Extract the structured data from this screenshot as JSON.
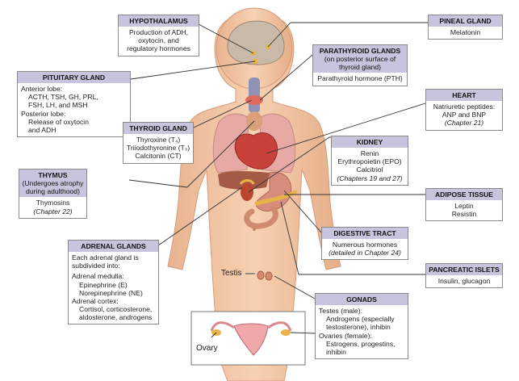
{
  "boxes": {
    "hypothalamus": {
      "title": "HYPOTHALAMUS",
      "lines": [
        "Production of ADH,",
        "oxytocin, and",
        "regulatory hormones"
      ]
    },
    "pituitary": {
      "title": "PITUITARY GLAND",
      "lines": [
        "Anterior lobe:",
        "ACTH, TSH, GH, PRL,",
        "FSH, LH, and MSH",
        "Posterior lobe:",
        "Release of oxytocin",
        "and ADH"
      ]
    },
    "thyroid": {
      "title": "THYROID GLAND",
      "lines": [
        "Thyroxine (T₄)",
        "Triiodothyronine (T₃)",
        "Calcitonin (CT)"
      ]
    },
    "thymus": {
      "title": "THYMUS",
      "subtitle": "(Undergoes atrophy during adulthood)",
      "lines": [
        "Thymosins",
        "(Chapter 22)"
      ]
    },
    "adrenal": {
      "title": "ADRENAL GLANDS",
      "lines": [
        "Each adrenal gland is",
        "subdivided into:",
        "Adrenal medulla:",
        "Epinephrine (E)",
        "Norepinephrine (NE)",
        "Adrenal cortex:",
        "Cortisol, corticosterone,",
        "aldosterone, androgens"
      ]
    },
    "pineal": {
      "title": "PINEAL GLAND",
      "lines": [
        "Melatonin"
      ]
    },
    "parathyroid": {
      "title": "PARATHYROID GLANDS",
      "subtitle": "(on posterior surface of thyroid gland)",
      "lines": [
        "Parathyroid hormone (PTH)"
      ]
    },
    "heart": {
      "title": "HEART",
      "lines": [
        "Natriuretic peptides:",
        "ANP and BNP",
        "(Chapter 21)"
      ]
    },
    "kidney": {
      "title": "KIDNEY",
      "lines": [
        "Renin",
        "Erythropoietin (EPO)",
        "Calcitriol",
        "(Chapters 19 and 27)"
      ]
    },
    "adipose": {
      "title": "ADIPOSE TISSUE",
      "lines": [
        "Leptin",
        "Resistin"
      ]
    },
    "digestive": {
      "title": "DIGESTIVE TRACT",
      "lines": [
        "Numerous hormones",
        "(detailed in Chapter 24)"
      ]
    },
    "pancreatic": {
      "title": "PANCREATIC ISLETS",
      "lines": [
        "Insulin, glucagon"
      ]
    },
    "gonads": {
      "title": "GONADS",
      "lines": [
        "Testes (male):",
        "Androgens (especially",
        "testosterone), inhibin",
        "Ovaries (female):",
        "Estrogens, progestins,",
        "inhibin"
      ]
    }
  },
  "labels": {
    "testis": "Testis",
    "ovary": "Ovary"
  },
  "colors": {
    "title_bg": "#c9c4dd",
    "skin": "#f3c9a6",
    "skin_shade": "#dea37e",
    "lung": "#e7a9a3",
    "heart": "#c8413b",
    "gland": "#e8b44a",
    "line": "#333333"
  }
}
